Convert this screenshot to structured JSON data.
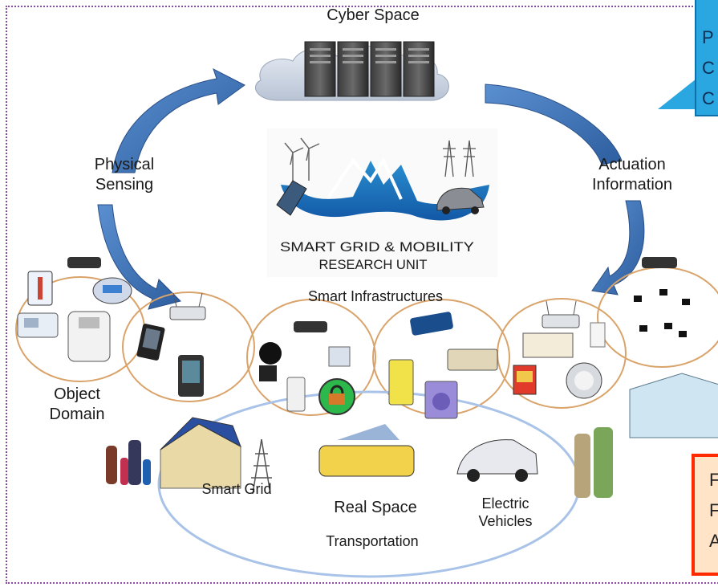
{
  "top": {
    "title": "Cyber Space"
  },
  "arrows": {
    "left": "Physical Sensing",
    "left_lines": [
      "Physical",
      "Sensing"
    ],
    "right_lines": [
      "Actuation",
      "Information"
    ]
  },
  "logo": {
    "line1": "SMART GRID & MOBILITY",
    "line2": "RESEARCH UNIT"
  },
  "middle": {
    "infra": "Smart Infrastructures"
  },
  "left_domain": {
    "lines": [
      "Object",
      "Domain"
    ]
  },
  "bottom": {
    "smart_grid": "Smart Grid",
    "real_space": "Real Space",
    "transportation": "Transportation",
    "ev_lines": [
      "Electric",
      "Vehicles"
    ]
  },
  "callout_blue": {
    "letters": [
      "P",
      "C",
      "C"
    ]
  },
  "callout_red": {
    "letters": [
      "F",
      "F",
      "A"
    ]
  },
  "colors": {
    "arrow_blue": "#3f73b5",
    "ring_orange": "#d9a36a",
    "ellipse_blue": "#a9c3e8",
    "border_purple": "#8a4ea0",
    "callout_blue": "#2aa7e0",
    "callout_red": "#ff2a00"
  }
}
